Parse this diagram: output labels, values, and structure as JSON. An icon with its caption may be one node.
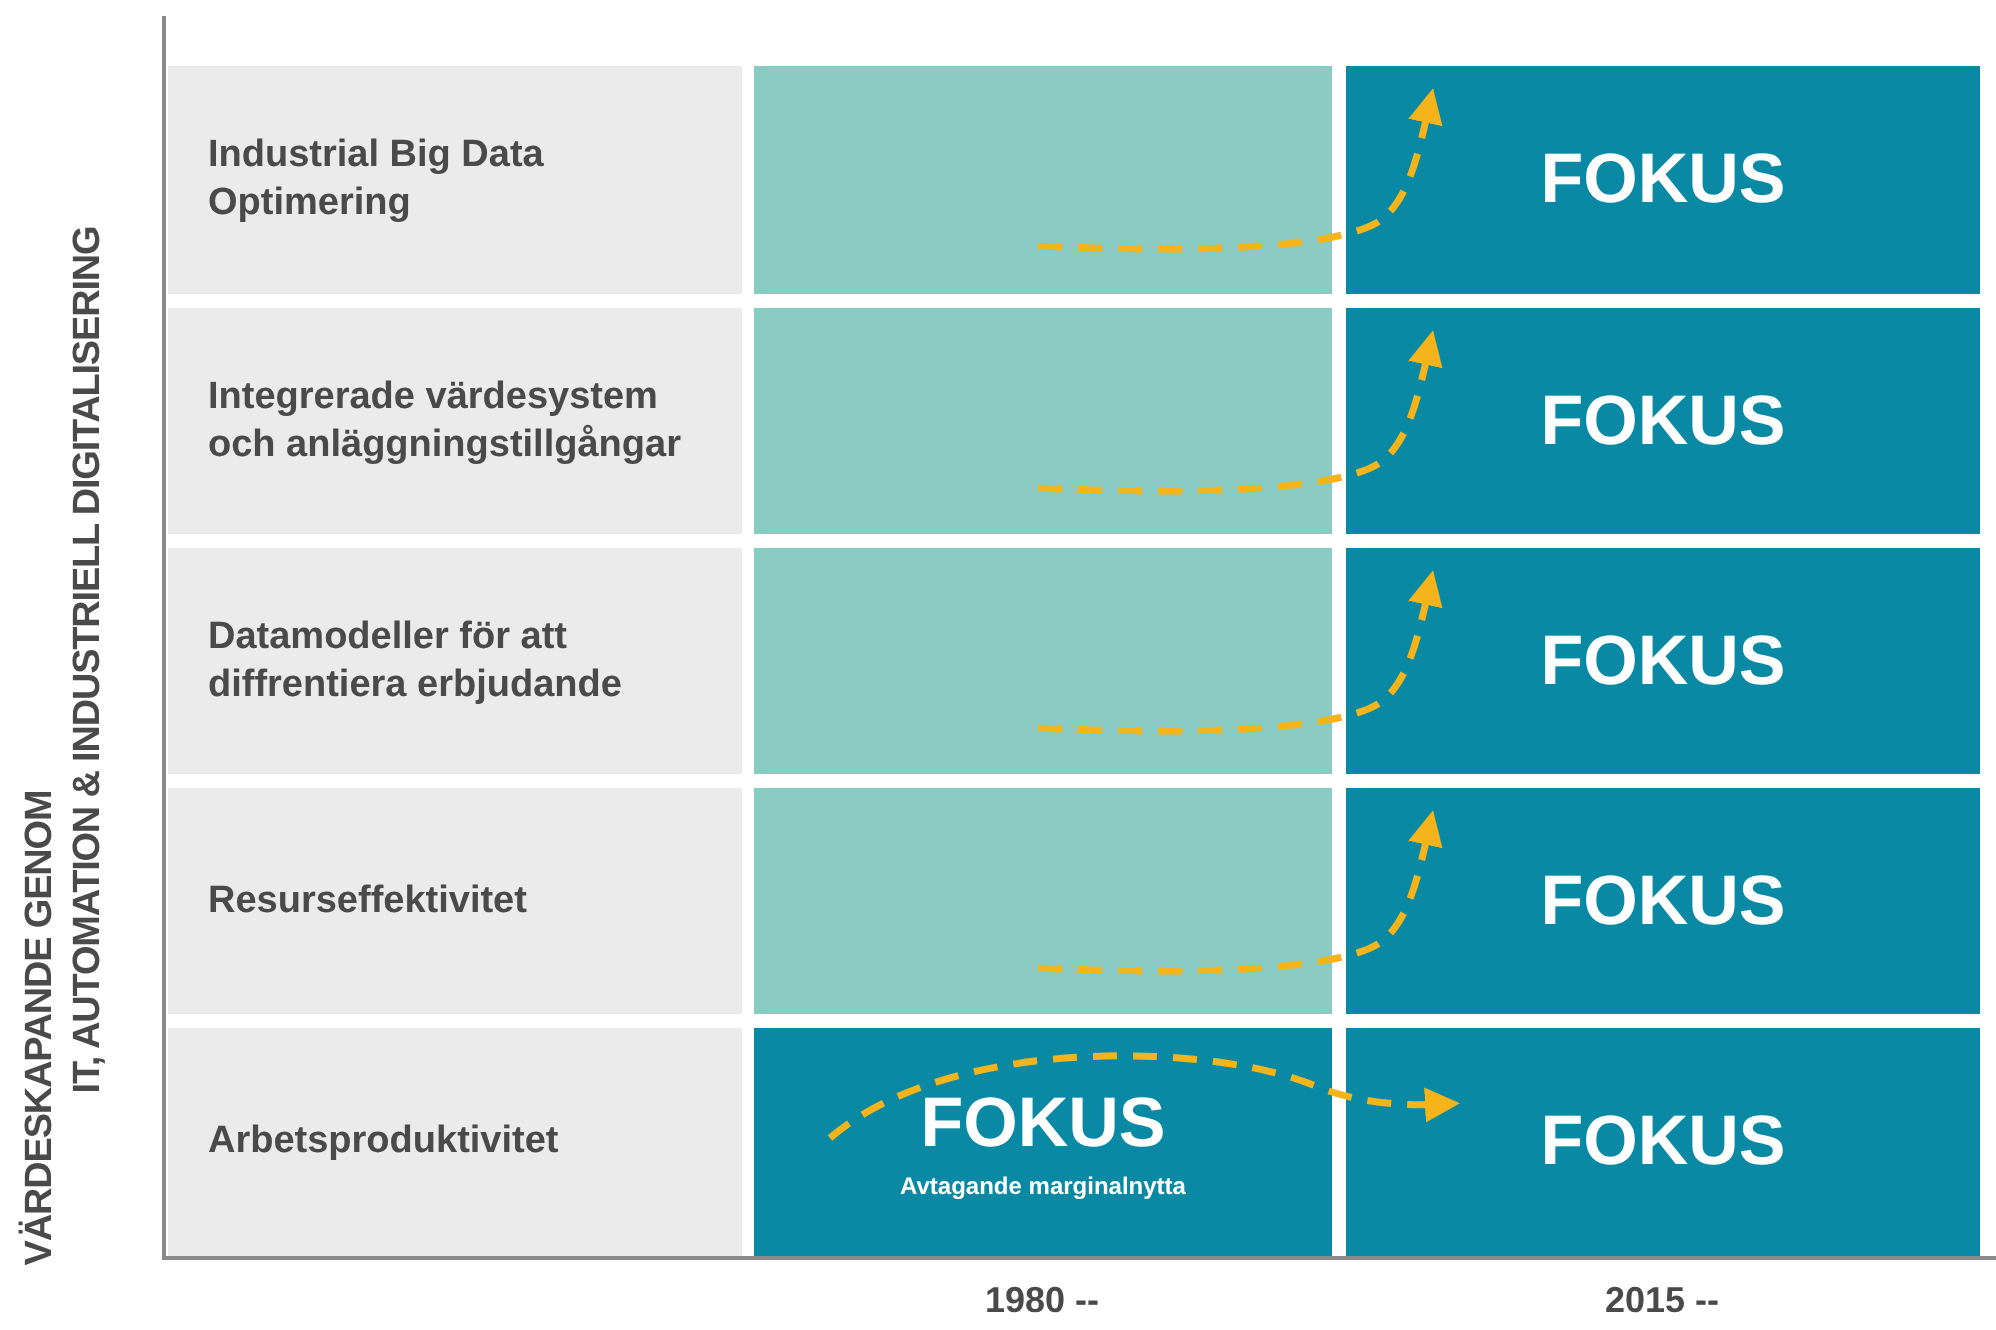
{
  "diagram": {
    "nodes": [
      {
        "text": [
          "Industrial Big Data Optimering"
        ]
      },
      {
        "text": [],
        "shape": "box"
      },
      {
        "text": [
          "FOKUS"
        ]
      },
      {
        "text": [
          "Integrerade värdesystem och anläggningstillgångar"
        ]
      },
      {
        "text": [],
        "shape": "box"
      },
      {
        "text": [
          "FOKUS"
        ]
      },
      {
        "text": [
          "Datamodeller för att diffrentiera erbjudande"
        ]
      },
      {
        "text": [],
        "shape": "box"
      },
      {
        "text": [
          "FOKUS"
        ]
      },
      {
        "text": [
          "Resurseffektivitet"
        ]
      },
      {
        "text": [],
        "shape": "box"
      },
      {
        "text": [
          "FOKUS"
        ]
      },
      {
        "text": [
          "Arbetsproduktivitet"
        ]
      },
      {
        "text": [
          "FOKUS",
          "Avtagande marginalnytta"
        ]
      },
      {
        "text": [
          "FOKUS"
        ]
      }
    ],
    "edges": [
      {
        "from": 1,
        "to": 2,
        "arrow": "to",
        "style": "dashed"
      },
      {
        "from": 4,
        "to": 5,
        "arrow": "to",
        "style": "dashed"
      },
      {
        "from": 7,
        "to": 8,
        "arrow": "to",
        "style": "dashed"
      },
      {
        "from": 10,
        "to": 11,
        "arrow": "to",
        "style": "dashed"
      },
      {
        "from": 13,
        "to": 14,
        "arrow": "to",
        "style": "dashed"
      }
    ],
    "labels": [
      "VÄRDESKAPANDE GENOM",
      "IT, AUTOMATION & INDUSTRIELL DIGITALISERING",
      "1980 --",
      "2015 --"
    ]
  }
}
